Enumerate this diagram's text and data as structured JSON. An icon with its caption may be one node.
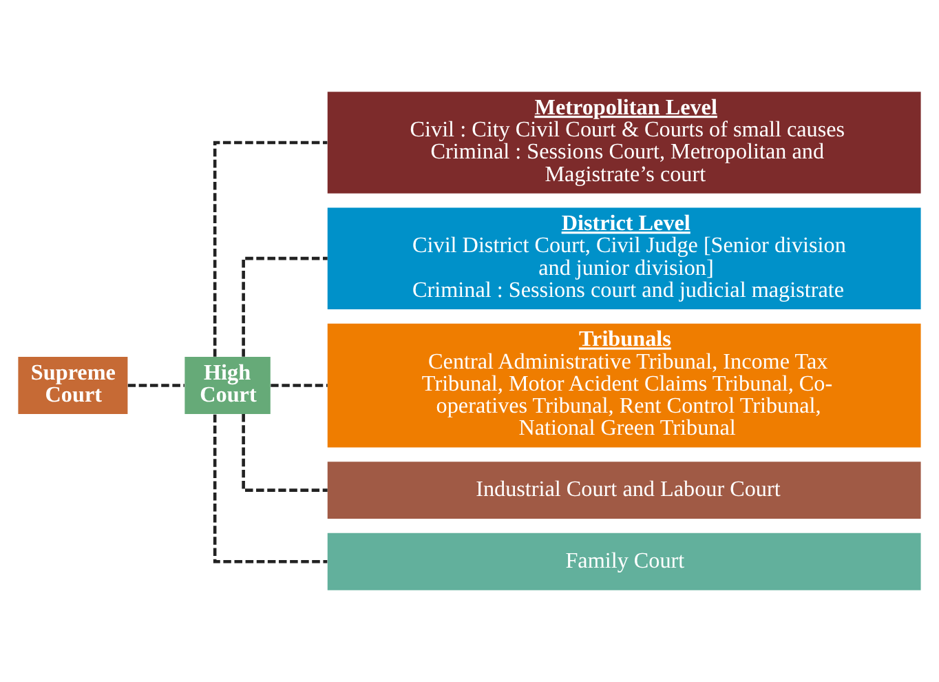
{
  "diagram": {
    "nodes": [
      {
        "text": [
          "Supreme Court"
        ]
      },
      {
        "text": [
          "High Court"
        ]
      },
      {
        "text": [
          "Metropolitan Level",
          "Civil : City Civil Court & Courts of small causes",
          "Criminal : Sessions Court, Metropolitan and Magistrate’s court"
        ]
      },
      {
        "text": [
          "District Level",
          "Civil District Court, Civil Judge [Senior division and junior division]",
          "Criminal : Sessions court and judicial magistrate"
        ]
      },
      {
        "text": [
          "Tribunals",
          "Central Administrative Tribunal, Income Tax Tribunal, Motor Acident Claims Tribunal, Co-operatives Tribunal, Rent Control Tribunal, National Green Tribunal"
        ]
      },
      {
        "text": [
          "Industrial Court and Labour Court"
        ]
      },
      {
        "text": [
          "Family Court"
        ]
      }
    ],
    "edges": [
      {
        "from": 0,
        "to": 1,
        "arrow": "none",
        "style": "dashed"
      },
      {
        "from": 1,
        "to": 2,
        "arrow": "none",
        "style": "dashed"
      },
      {
        "from": 1,
        "to": 3,
        "arrow": "none",
        "style": "dashed"
      },
      {
        "from": 1,
        "to": 4,
        "arrow": "none",
        "style": "dashed"
      },
      {
        "from": 1,
        "to": 5,
        "arrow": "none",
        "style": "dashed"
      },
      {
        "from": 1,
        "to": 6,
        "arrow": "none",
        "style": "dashed"
      }
    ]
  }
}
